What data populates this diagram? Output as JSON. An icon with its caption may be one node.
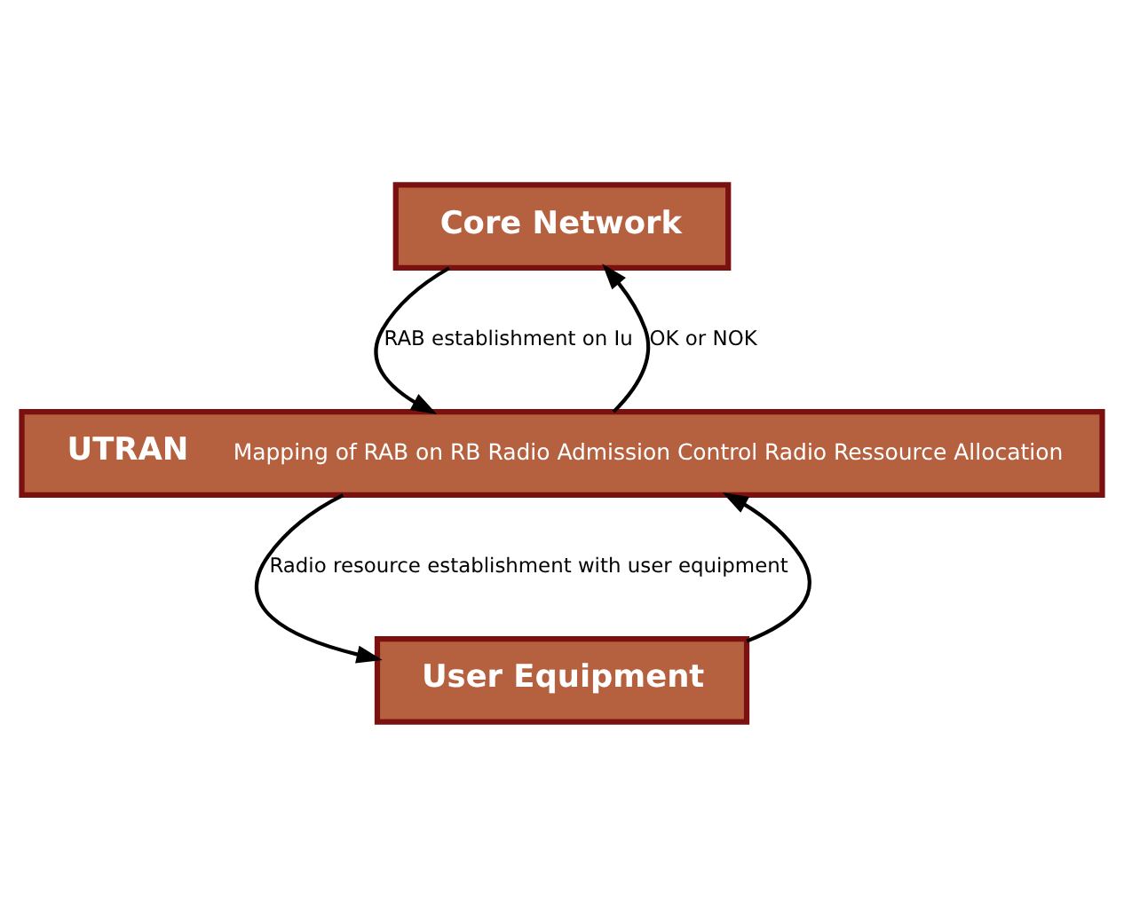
{
  "diagram": {
    "nodes": [
      {
        "text": [
          "Core Network"
        ]
      },
      {
        "text": [
          "UTRAN",
          "Mapping of RAB on RB Radio Admission Control Radio Ressource Allocation"
        ]
      },
      {
        "text": [
          "User Equipment"
        ]
      }
    ],
    "edges": [
      {
        "from": 0,
        "to": 1,
        "arrow": "to",
        "label": "RAB establishment on Iu"
      },
      {
        "from": 1,
        "to": 0,
        "arrow": "to",
        "label": "OK or NOK"
      },
      {
        "from": 1,
        "to": 2,
        "arrow": "to",
        "label": "Radio resource establishment with user equipment"
      },
      {
        "from": 2,
        "to": 1,
        "arrow": "to"
      }
    ]
  }
}
